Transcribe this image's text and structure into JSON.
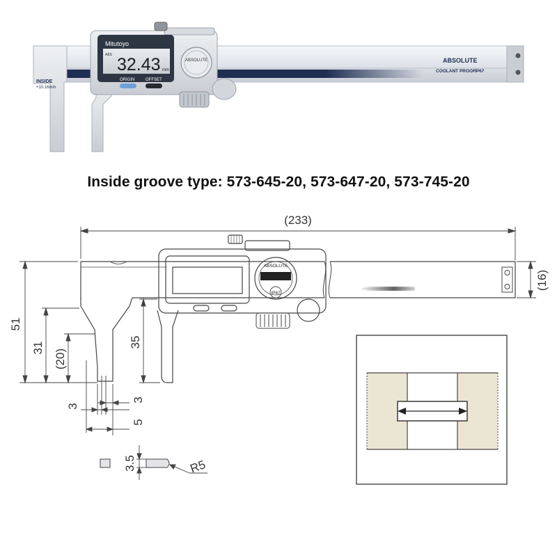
{
  "product_photo": {
    "brand": "Mitutoyo",
    "display_value": "32.43",
    "display_unit": "mm",
    "display_indicator": "ABS",
    "buttons": [
      "ORIGIN",
      "OFFSET"
    ],
    "rating_badge": "ABSOLUTE",
    "jaw_label_1": "INSIDE",
    "jaw_label_2": "+10.16mm",
    "beam_logo": "ABSOLUTE",
    "coolant": "COOLANT PROOF",
    "ip_rating": "IP67"
  },
  "caption": "Inside groove type: 573-645-20, 573-647-20, 573-745-20",
  "drawing": {
    "badge_top": "ABSOLUTE",
    "badge_bottom": "IP67",
    "dimensions": {
      "overall_length": "(233)",
      "beam_height": "(16)",
      "total_height": "51",
      "jaw_31": "31",
      "jaw_20": "(20)",
      "jaw_35": "35",
      "tip_3_left": "3",
      "tip_3_right": "3",
      "tip_5": "5",
      "tip_3_5": "3.5",
      "radius": "R5"
    }
  },
  "colors": {
    "line": "#444444",
    "beam": "#e6e9ee",
    "display": "#2b3440",
    "groove_fill": "#ebe5d3"
  }
}
